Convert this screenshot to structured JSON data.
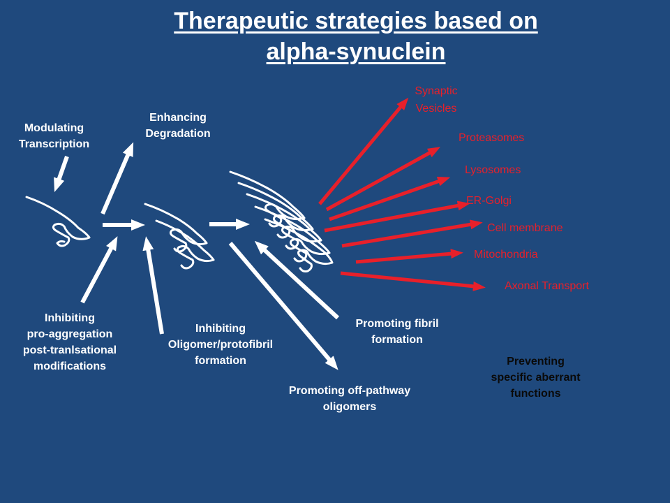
{
  "title": {
    "line1": "Therapeutic strategies based on ",
    "line2": "alpha-synuclein"
  },
  "labels": {
    "modulating_transcription": [
      "Modulating",
      "Transcription"
    ],
    "enhancing_degradation": [
      "Enhancing",
      "Degradation"
    ],
    "inhibiting_ptm": [
      "Inhibiting",
      "pro-aggregation",
      "post-tranlsational",
      "modifications"
    ],
    "inhibiting_oligomer": [
      "Inhibiting",
      "Oligomer/protofibril",
      "formation"
    ],
    "promoting_fibril": [
      "Promoting fibril",
      "formation"
    ],
    "promoting_off_pathway": [
      "Promoting off-pathway",
      "oligomers"
    ],
    "preventing_functions": [
      "Preventing",
      "specific aberrant",
      "functions"
    ]
  },
  "targets": {
    "synaptic_vesicles": [
      "Synaptic",
      "Vesicles"
    ],
    "proteasomes": "Proteasomes",
    "lysosomes": "Lysosomes",
    "er_golgi": "ER-Golgi",
    "cell_membrane": "Cell membrane",
    "mitochondria": "Mitochondria",
    "axonal_transport": "Axonal Transport"
  },
  "colors": {
    "background": "#1f497d",
    "strategy_arrow": "#ffffff",
    "target_arrow": "#e8202a",
    "target_text": "#e8202a",
    "dark_text": "#0a0a0a"
  }
}
